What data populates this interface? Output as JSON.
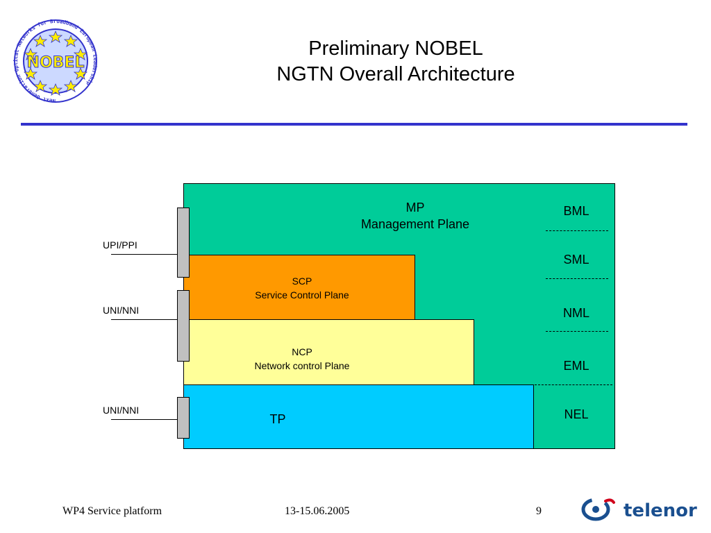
{
  "title": {
    "line1": "Preliminary NOBEL",
    "line2": "NGTN Overall Architecture"
  },
  "logo": {
    "text": "NOBEL",
    "ring_text": "Next Generation Optical Networks for Broadband European Leadership",
    "ring_color": "#3333cc",
    "star_color": "#ffee00"
  },
  "diagram": {
    "mp": {
      "abbr": "MP",
      "name": "Management Plane",
      "color": "#00cc99"
    },
    "scp": {
      "abbr": "SCP",
      "name": "Service Control Plane",
      "color": "#ff9900"
    },
    "ncp": {
      "abbr": "NCP",
      "name": "Network control Plane",
      "color": "#ffff99"
    },
    "tp": {
      "abbr": "TP",
      "color": "#00ccff"
    },
    "layers": [
      "BML",
      "SML",
      "NML",
      "EML",
      "NEL"
    ],
    "interfaces": [
      "UPI/PPI",
      "UNI/NNI",
      "UNI/NNI"
    ]
  },
  "footer": {
    "left": "WP4 Service platform",
    "date": "13-15.06.2005",
    "page": "9",
    "brand": "telenor",
    "brand_color": "#1a4f8f"
  }
}
